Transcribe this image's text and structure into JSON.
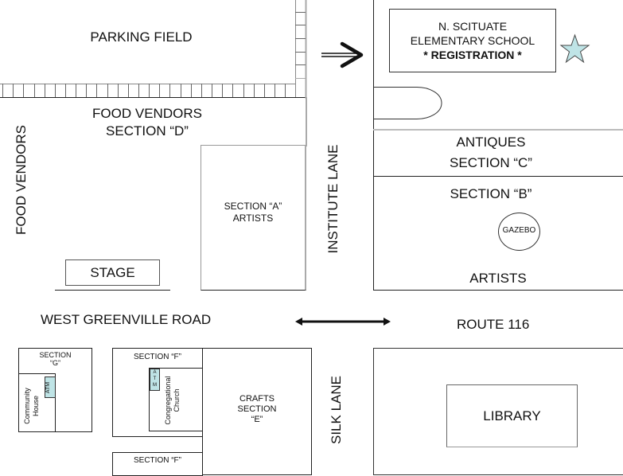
{
  "map": {
    "parking": {
      "label": "PARKING FIELD"
    },
    "direction_arrow": {
      "icon": "double-arrow-right-icon"
    },
    "school": {
      "line1": "N. SCITUATE",
      "line2": "ELEMENTARY SCHOOL",
      "line3": "* REGISTRATION *",
      "marker_icon": "star-icon",
      "marker_color": "#bfe4e6"
    },
    "food_vendors_d": {
      "line1": "FOOD VENDORS",
      "line2": "SECTION “D”"
    },
    "food_vendors_side": {
      "label": "FOOD VENDORS"
    },
    "stage": {
      "label": "STAGE"
    },
    "section_a": {
      "line1": "SECTION “A”",
      "line2": "ARTISTS"
    },
    "institute_lane": {
      "label": "INSTITUTE LANE"
    },
    "antiques_c": {
      "line1": "ANTIQUES",
      "line2": "SECTION “C”"
    },
    "section_b": {
      "title": "SECTION “B”",
      "gazebo": "GAZEBO",
      "footer": "ARTISTS"
    },
    "west_greenville_road": {
      "label": "WEST GREENVILLE ROAD",
      "arrow_icon": "double-headed-arrow-icon"
    },
    "route_116": {
      "label": "ROUTE 116"
    },
    "section_g": {
      "line1": "SECTION",
      "line2": "“G”",
      "building": {
        "line1": "Community",
        "line2": "House"
      },
      "atm": "ATM"
    },
    "section_f_top": {
      "label": "SECTION “F”",
      "building": {
        "line1": "Congregational",
        "line2": "Church"
      },
      "atm": [
        "A",
        "T",
        "M"
      ]
    },
    "section_f_bottom": {
      "label": "SECTION “F”"
    },
    "crafts_e": {
      "line1": "CRAFTS",
      "line2": "SECTION",
      "line3": "“E”"
    },
    "silk_lane": {
      "label": "SILK LANE"
    },
    "library": {
      "label": "LIBRARY"
    },
    "colors": {
      "line": "#222222",
      "grid": "#888888",
      "atm_fill": "#bfe4e6"
    }
  }
}
